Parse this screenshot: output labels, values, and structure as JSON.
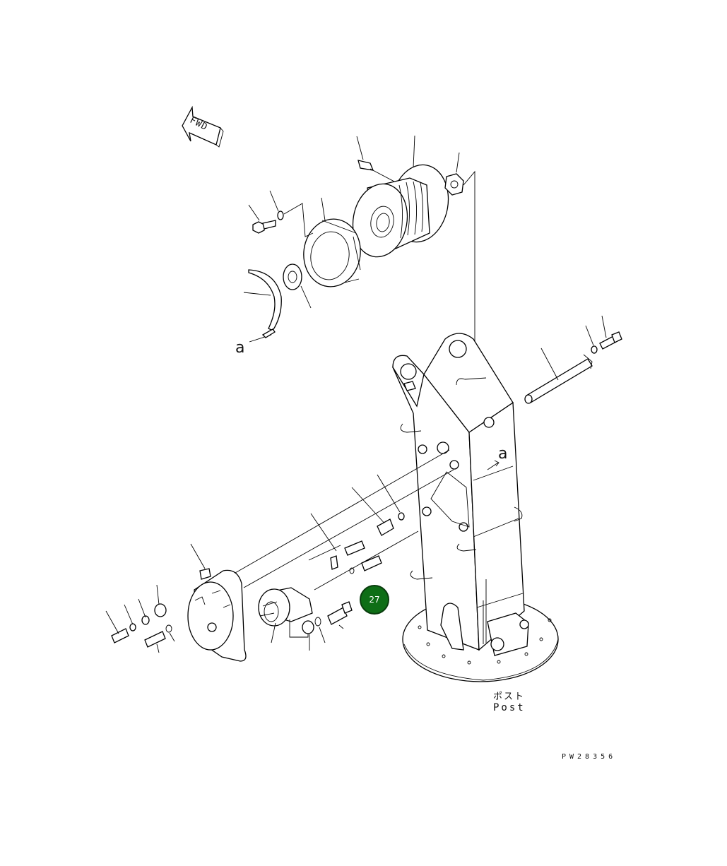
{
  "direction_indicator": {
    "label": "FWD",
    "icon": "fwd-arrow-icon"
  },
  "callouts": {
    "a_top": "a",
    "a_bottom": "a"
  },
  "assembly_label": {
    "japanese": "ポスト",
    "english": "Post"
  },
  "drawing_number": "PW28356",
  "hotspot": {
    "number": "27",
    "color": "#0e6e16"
  }
}
